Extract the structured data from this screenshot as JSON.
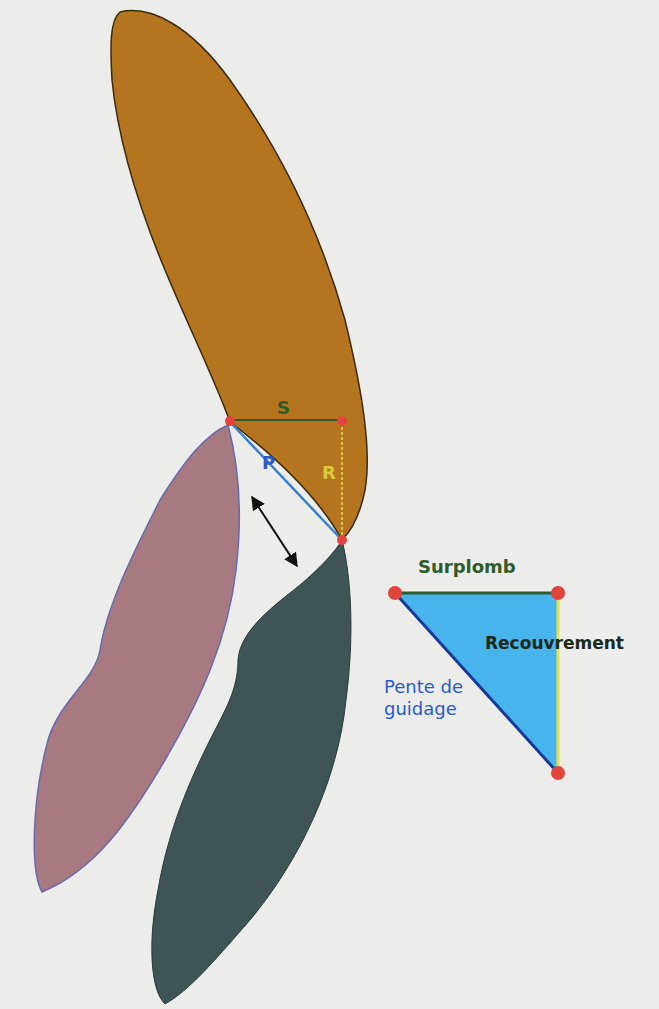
{
  "diagram": {
    "labels": [
      "S",
      "R",
      "P",
      "Surplomb",
      "Recouvrement",
      "Pente de guidage"
    ]
  }
}
